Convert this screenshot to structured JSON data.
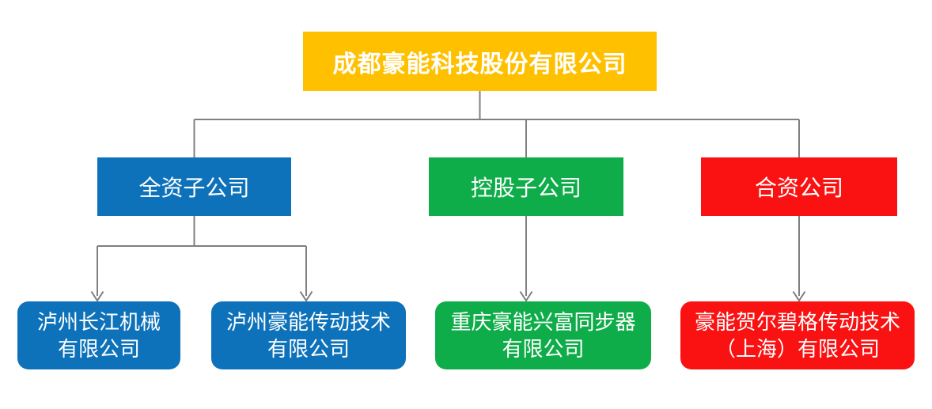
{
  "diagram": {
    "type": "org-chart",
    "root": {
      "label": "成都豪能科技股份有限公司"
    },
    "categories": [
      {
        "label": "全资子公司"
      },
      {
        "label": "控股子公司"
      },
      {
        "label": "合资公司"
      }
    ],
    "subsidiaries": [
      {
        "parent": "全资子公司",
        "lines": [
          "泸州长江机械",
          "有限公司"
        ]
      },
      {
        "parent": "全资子公司",
        "lines": [
          "泸州豪能传动技术",
          "有限公司"
        ]
      },
      {
        "parent": "控股子公司",
        "lines": [
          "重庆豪能兴富同步器",
          "有限公司"
        ]
      },
      {
        "parent": "合资公司",
        "lines": [
          "豪能贺尔碧格传动技术",
          "（上海）有限公司"
        ]
      }
    ]
  },
  "colors": {
    "parent_box": "#FFC000",
    "wholly_owned": "#0E72BA",
    "holding": "#0FAD4A",
    "joint_venture": "#FA1212",
    "connector_line": "#7F7F7F",
    "box_text": "#FFFFFF"
  }
}
